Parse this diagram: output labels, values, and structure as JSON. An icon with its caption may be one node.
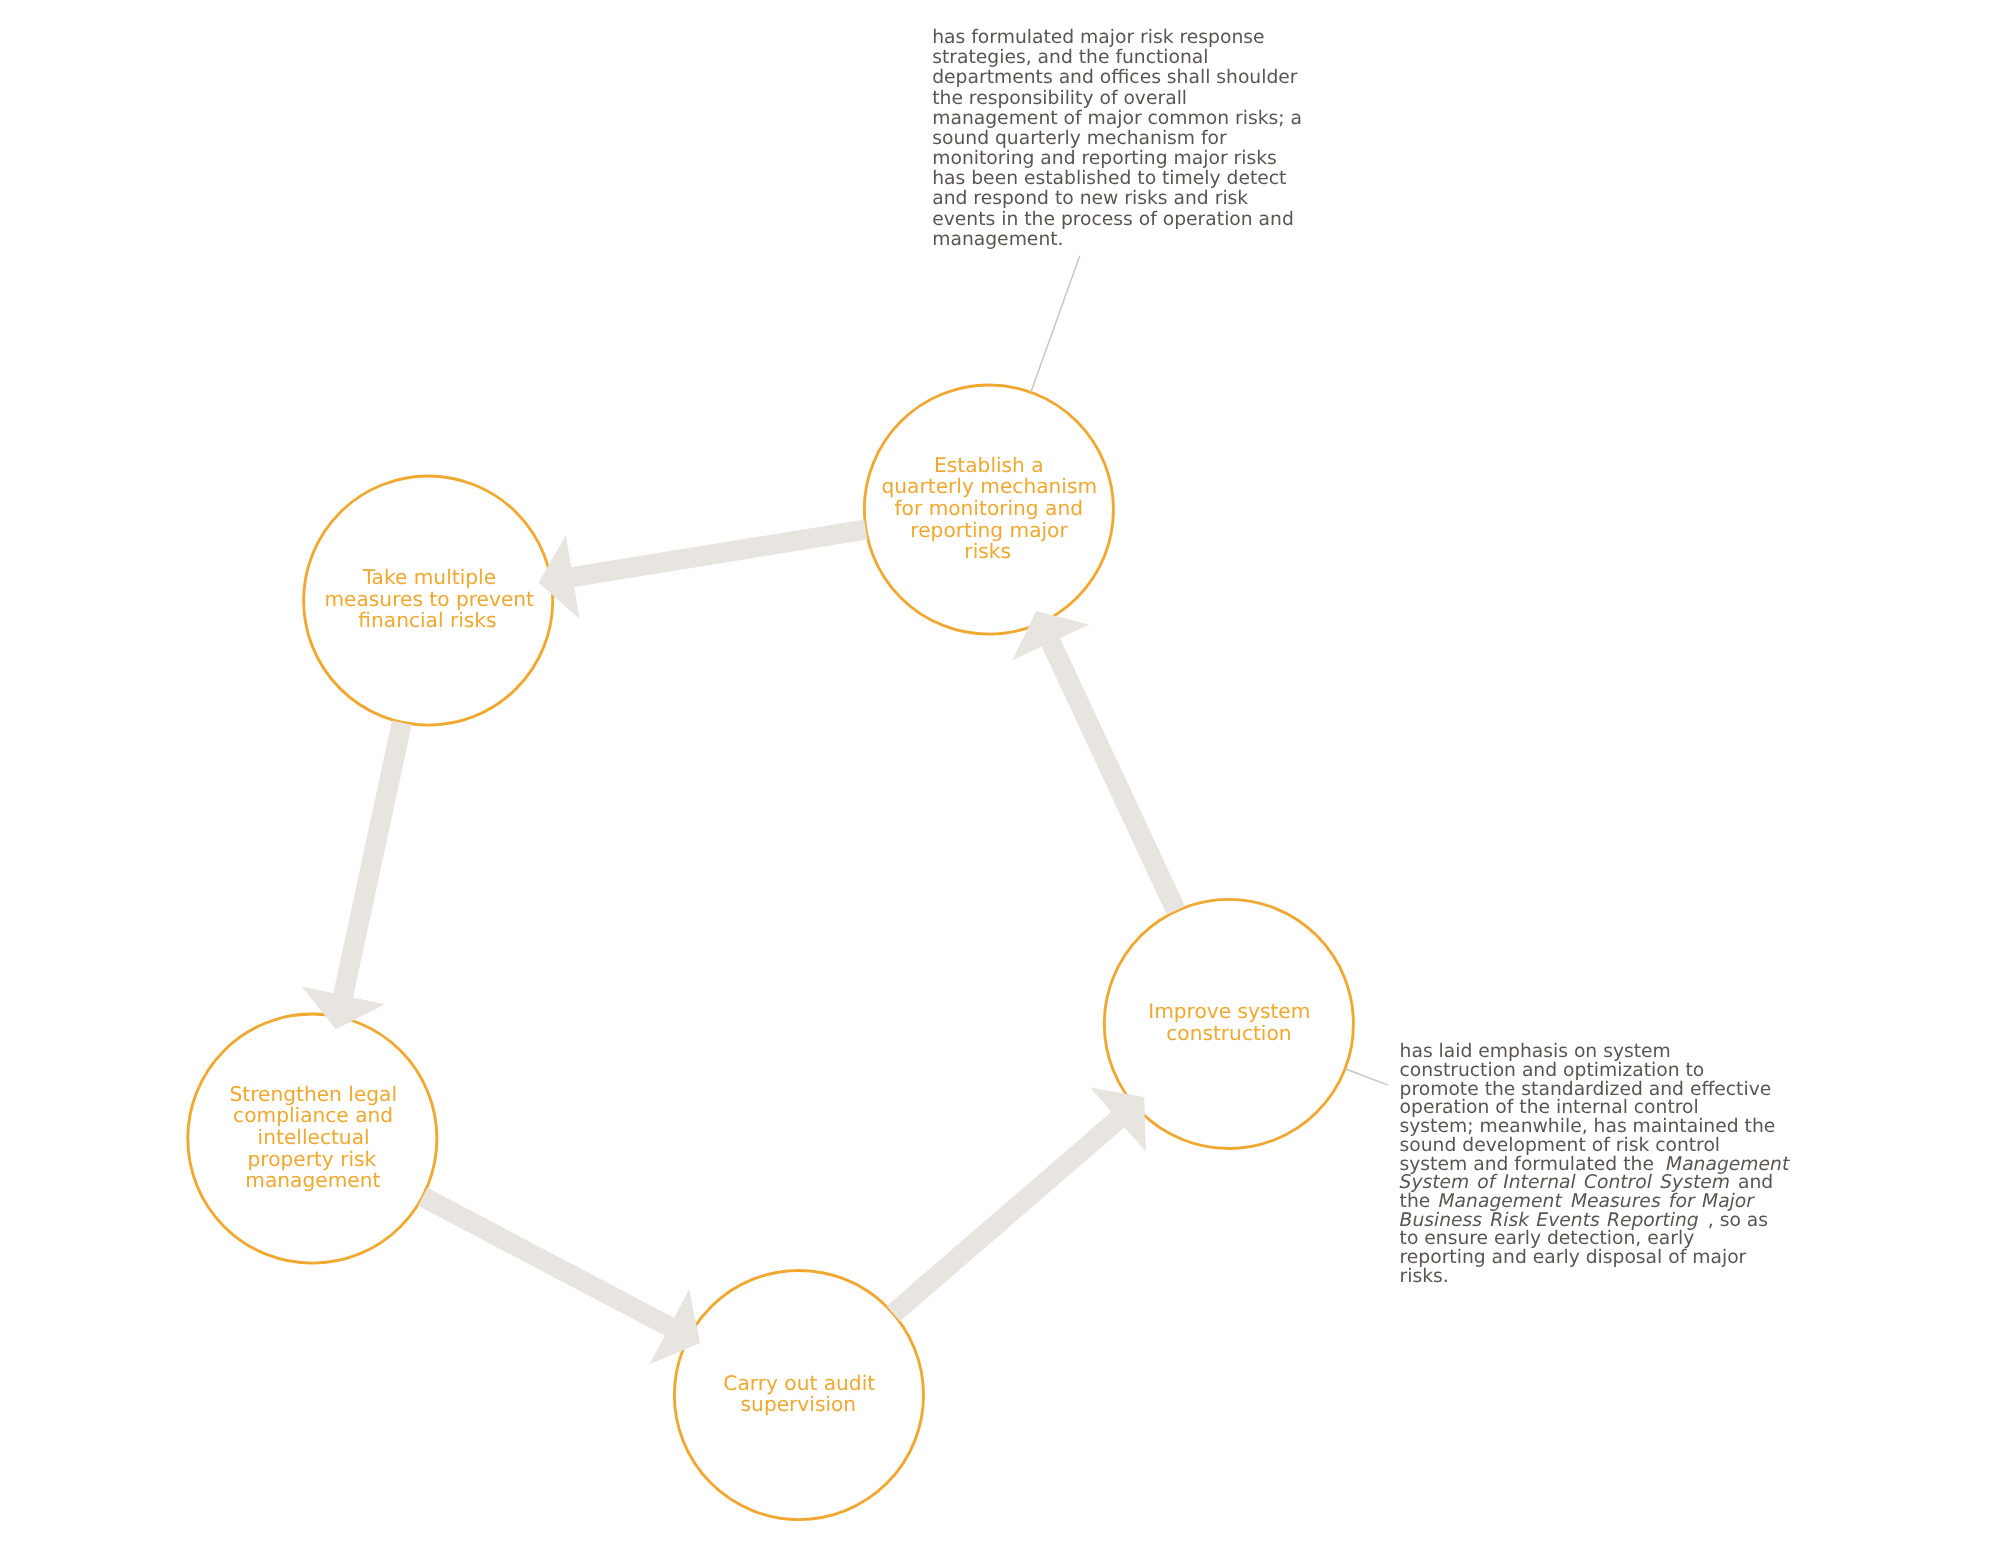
{
  "diagram": {
    "nodes": [
      {
        "text": [
          "has laid emphasis on system construction and optimization to promote the standardized and effective operation of the internal control system; meanwhile, has maintained the sound development of risk control system and formulated the *Management System of Internal Control System* and the *Management Measures for Major Business Risk Events Reporting*, so as to ensure early detection, early reporting and early disposal of major risks."
        ]
      },
      {
        "text": [
          "Improve system construction"
        ]
      },
      {
        "text": [
          "Carry out audit supervision"
        ]
      },
      {
        "text": [
          "Establish a quarterly mechanism for monitoring and reporting major risks"
        ]
      },
      {
        "text": [
          "has formulated major risk response strategies, and the functional departments and offices shall shoulder the responsibility of overall management of major common risks; a sound quarterly mechanism for monitoring and reporting major risks has been established to timely detect and respond to new risks and risk events in the process of operation and management."
        ]
      },
      {
        "text": [
          "Strengthen legal compliance and intellectual property risk management"
        ]
      },
      {
        "text": [
          "Take multiple measures to prevent financial risks"
        ]
      }
    ],
    "edges": [
      {
        "from": 1,
        "to": 3,
        "arrow": "to",
        "color": "#e8e4df"
      },
      {
        "from": 3,
        "to": 6,
        "arrow": "to",
        "color": "#e8e4df"
      },
      {
        "from": 6,
        "to": 5,
        "arrow": "to",
        "color": "#e8e4df"
      },
      {
        "from": 5,
        "to": 2,
        "arrow": "to",
        "color": "#e8e4df"
      },
      {
        "from": 2,
        "to": 1,
        "arrow": "to",
        "color": "#e8e4df"
      },
      {
        "from": 0,
        "to": 1,
        "arrow": "none",
        "color": "#c8c4bd"
      },
      {
        "from": 3,
        "to": 4,
        "arrow": "none",
        "color": "#c8c4bd"
      }
    ]
  }
}
